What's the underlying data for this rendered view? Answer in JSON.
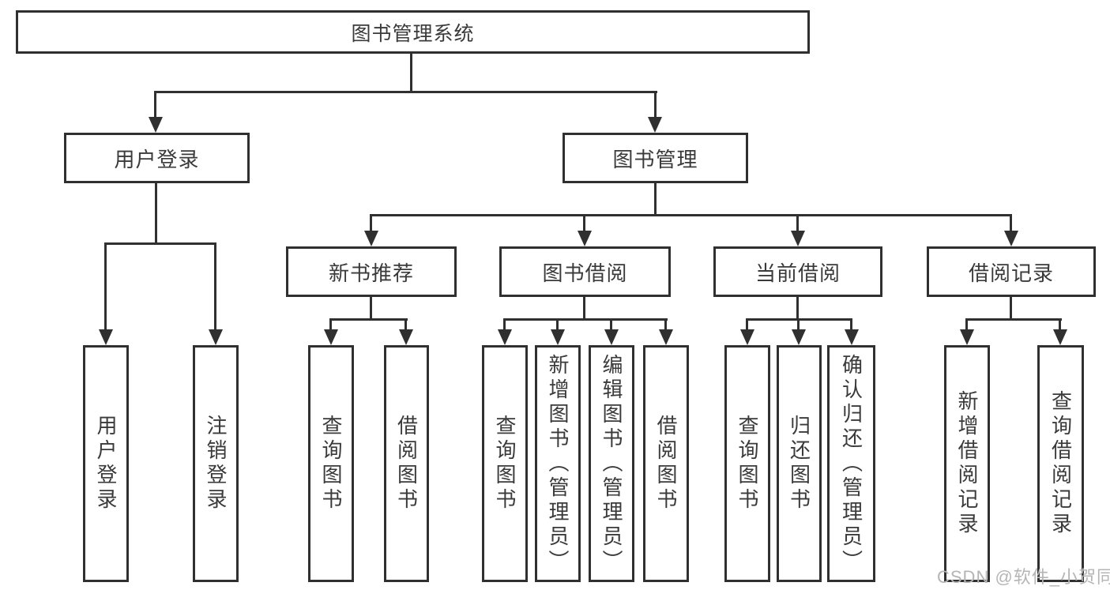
{
  "diagram": {
    "watermark": "CSDN @软件_小贺同学",
    "colors": {
      "line": "#303030",
      "text": "#3a3a3a",
      "background": "#ffffff",
      "watermark": "#b5b5b5"
    },
    "tree": {
      "label": "图书管理系统",
      "children": [
        {
          "label": "用户登录",
          "children": [
            {
              "label": "用户登录"
            },
            {
              "label": "注销登录"
            }
          ]
        },
        {
          "label": "图书管理",
          "children": [
            {
              "label": "新书推荐",
              "children": [
                {
                  "label": "查询图书"
                },
                {
                  "label": "借阅图书"
                }
              ]
            },
            {
              "label": "图书借阅",
              "children": [
                {
                  "label": "查询图书"
                },
                {
                  "label": "新增图书（管理员）"
                },
                {
                  "label": "编辑图书（管理员）"
                },
                {
                  "label": "借阅图书"
                }
              ]
            },
            {
              "label": "当前借阅",
              "children": [
                {
                  "label": "查询图书"
                },
                {
                  "label": "归还图书"
                },
                {
                  "label": "确认归还（管理员）"
                }
              ]
            },
            {
              "label": "借阅记录",
              "children": [
                {
                  "label": "新增借阅记录"
                },
                {
                  "label": "查询借阅记录"
                }
              ]
            }
          ]
        }
      ]
    }
  }
}
